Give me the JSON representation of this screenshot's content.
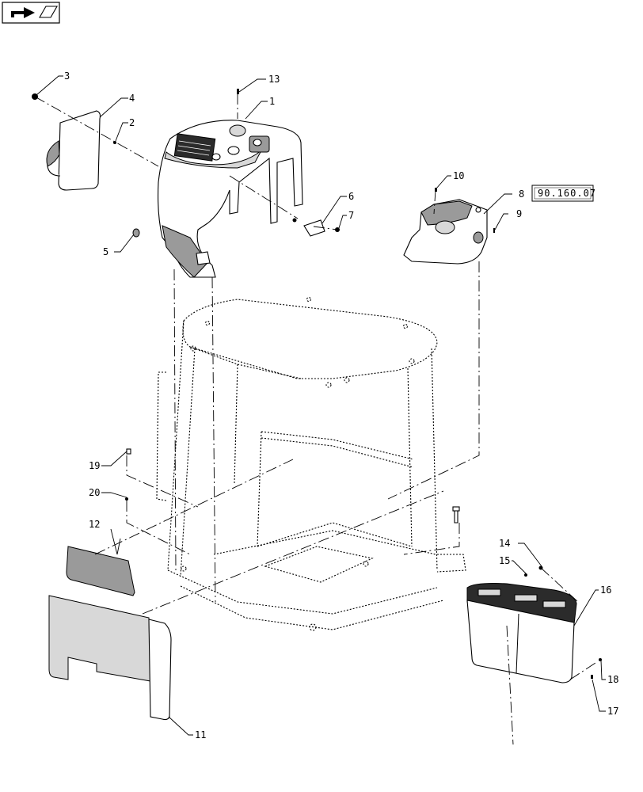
{
  "nav_icon": "return-arrow-icon",
  "reference": "90.160.07",
  "callouts": [
    {
      "id": "1",
      "text": "1"
    },
    {
      "id": "2",
      "text": "2"
    },
    {
      "id": "3",
      "text": "3"
    },
    {
      "id": "4",
      "text": "4"
    },
    {
      "id": "5",
      "text": "5"
    },
    {
      "id": "6",
      "text": "6"
    },
    {
      "id": "7",
      "text": "7"
    },
    {
      "id": "8",
      "text": "8"
    },
    {
      "id": "9",
      "text": "9"
    },
    {
      "id": "10",
      "text": "10"
    },
    {
      "id": "11",
      "text": "11"
    },
    {
      "id": "12",
      "text": "12"
    },
    {
      "id": "13",
      "text": "13"
    },
    {
      "id": "14",
      "text": "14"
    },
    {
      "id": "15",
      "text": "15"
    },
    {
      "id": "16",
      "text": "16"
    },
    {
      "id": "17",
      "text": "17"
    },
    {
      "id": "18",
      "text": "18"
    },
    {
      "id": "19",
      "text": "19"
    },
    {
      "id": "20",
      "text": "20"
    }
  ]
}
